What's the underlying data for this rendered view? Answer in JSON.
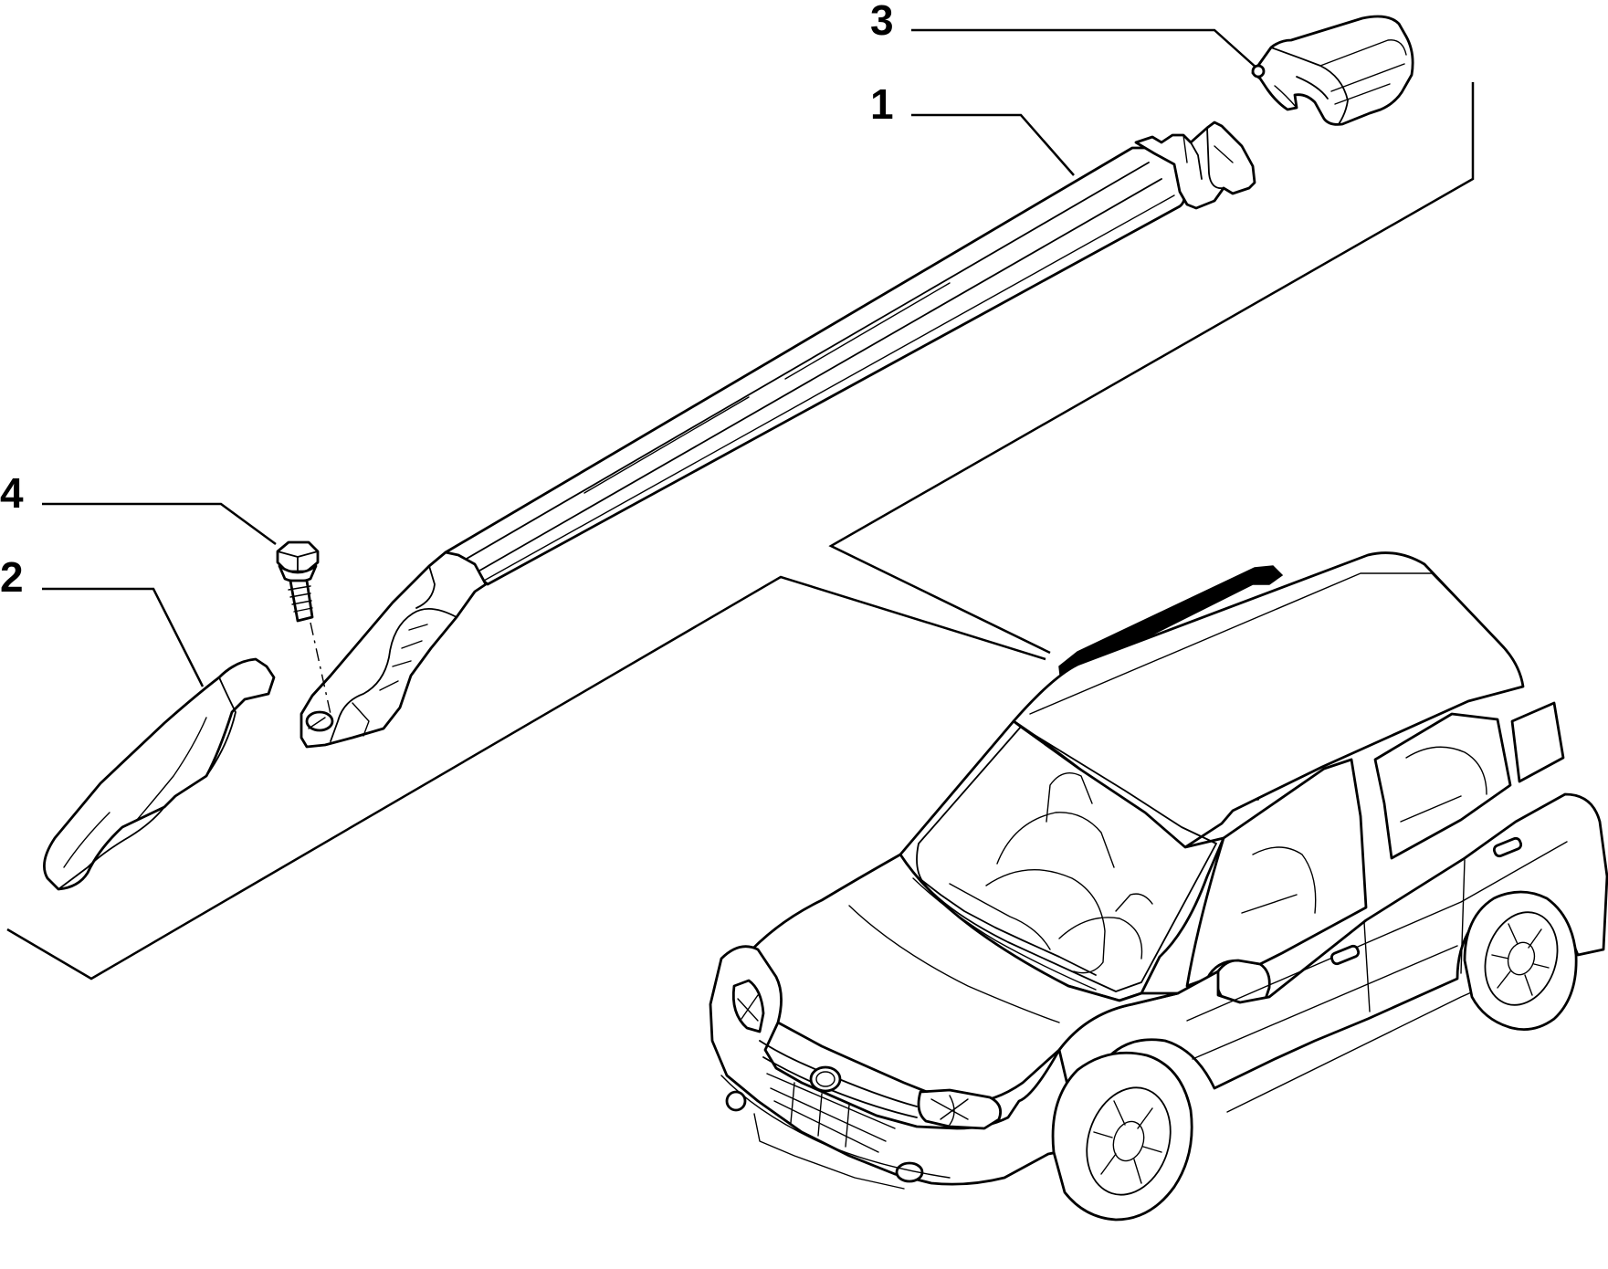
{
  "callouts": [
    {
      "id": "callout-1",
      "label": "1",
      "part": "roof-rail"
    },
    {
      "id": "callout-2",
      "label": "2",
      "part": "end-cover-front"
    },
    {
      "id": "callout-3",
      "label": "3",
      "part": "end-cover-rear"
    },
    {
      "id": "callout-4",
      "label": "4",
      "part": "fixing-screw"
    }
  ],
  "colors": {
    "line": "#000000",
    "background": "#ffffff"
  }
}
